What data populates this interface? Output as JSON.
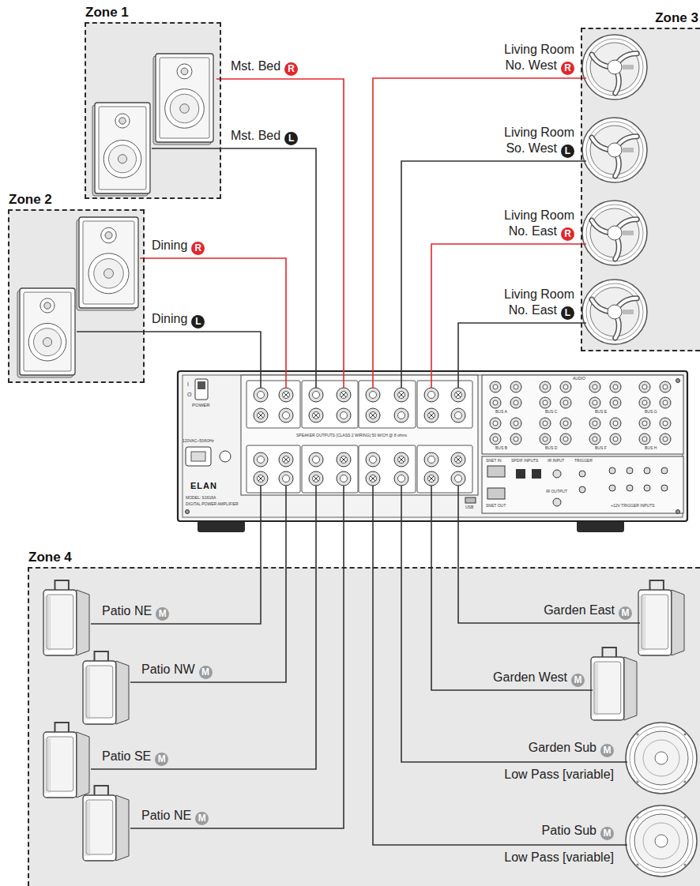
{
  "diagram": {
    "nodes": [
      {
        "text": [
          "Zone 1"
        ]
      },
      {
        "text": [
          "Mst. Bed",
          "R"
        ],
        "in": 0
      },
      {
        "text": [
          "Mst. Bed",
          "L"
        ],
        "in": 0
      },
      {
        "text": [
          "Zone 2"
        ]
      },
      {
        "text": [
          "Dining",
          "R"
        ],
        "in": 3
      },
      {
        "text": [
          "Dining",
          "L"
        ],
        "in": 3
      },
      {
        "text": [
          "Zone 3"
        ]
      },
      {
        "text": [
          "Living Room No. West",
          "R"
        ],
        "in": 6
      },
      {
        "text": [
          "Living Room So. West",
          "L"
        ],
        "in": 6
      },
      {
        "text": [
          "Living Room No. East",
          "R"
        ],
        "in": 6
      },
      {
        "text": [
          "Living Room No. East",
          "L"
        ],
        "in": 6
      },
      {
        "text": [
          "POWER",
          "I",
          "O",
          "120VAC~50/60Hz",
          "SPEAKER OUTPUTS (CLASS 2 WIRING) 50 W/CH @ 8 ohms",
          "ELAN",
          "MODEL: S1616A",
          "DIGITAL POWER AMPLIFIER",
          "AUDIO",
          "BUS A",
          "BUS B",
          "BUS C",
          "BUS D",
          "BUS E",
          "BUS F",
          "BUS G",
          "BUS H",
          "SNET IN",
          "SNET OUT",
          "SPDIF INPUTS",
          "IR INPUT",
          "IR OUTPUT",
          "TRIGGER",
          "+12V TRIGGER INPUTS",
          "USB"
        ]
      },
      {
        "text": [
          "Zone 4"
        ]
      },
      {
        "text": [
          "Patio NE",
          "M"
        ],
        "in": 12
      },
      {
        "text": [
          "Patio NW",
          "M"
        ],
        "in": 12
      },
      {
        "text": [
          "Patio SE",
          "M"
        ],
        "in": 12
      },
      {
        "text": [
          "Patio NE",
          "M"
        ],
        "in": 12
      },
      {
        "text": [
          "Garden East",
          "M"
        ],
        "in": 12
      },
      {
        "text": [
          "Garden West",
          "M"
        ],
        "in": 12
      },
      {
        "text": [
          "Garden Sub",
          "M",
          "Low Pass [variable]"
        ],
        "in": 12
      },
      {
        "text": [
          "Patio Sub",
          "M",
          "Low Pass [variable]"
        ],
        "in": 12
      }
    ],
    "edges": [
      {
        "from": 1,
        "to": 11,
        "arrow": "none"
      },
      {
        "from": 2,
        "to": 11,
        "arrow": "none"
      },
      {
        "from": 4,
        "to": 11,
        "arrow": "none"
      },
      {
        "from": 5,
        "to": 11,
        "arrow": "none"
      },
      {
        "from": 7,
        "to": 11,
        "arrow": "none"
      },
      {
        "from": 8,
        "to": 11,
        "arrow": "none"
      },
      {
        "from": 9,
        "to": 11,
        "arrow": "none"
      },
      {
        "from": 10,
        "to": 11,
        "arrow": "none"
      },
      {
        "from": 13,
        "to": 11,
        "arrow": "none"
      },
      {
        "from": 14,
        "to": 11,
        "arrow": "none"
      },
      {
        "from": 15,
        "to": 11,
        "arrow": "none"
      },
      {
        "from": 16,
        "to": 11,
        "arrow": "none"
      },
      {
        "from": 17,
        "to": 11,
        "arrow": "none"
      },
      {
        "from": 18,
        "to": 11,
        "arrow": "none"
      },
      {
        "from": 19,
        "to": 11,
        "arrow": "none"
      },
      {
        "from": 20,
        "to": 11,
        "arrow": "none"
      }
    ]
  }
}
